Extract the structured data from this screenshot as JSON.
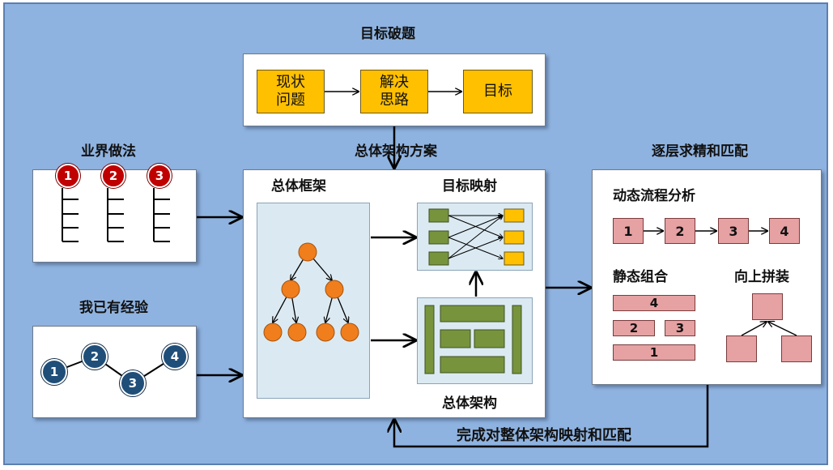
{
  "goal": {
    "title": "目标破题",
    "steps": [
      "现状\n问题",
      "解决\n思路",
      "目标"
    ]
  },
  "industry": {
    "title": "业界做法",
    "markers": [
      "1",
      "2",
      "3"
    ]
  },
  "experience": {
    "title": "我已有经验",
    "nodes": [
      "1",
      "2",
      "3",
      "4"
    ]
  },
  "overall": {
    "title": "总体架构方案",
    "framework_title": "总体框架",
    "mapping_title": "目标映射",
    "architecture_title": "总体架构"
  },
  "refine": {
    "title": "逐层求精和匹配",
    "dynamic_title": "动态流程分析",
    "dynamic_steps": [
      "1",
      "2",
      "3",
      "4"
    ],
    "static_title": "静态组合",
    "static_blocks": [
      "4",
      "2",
      "3",
      "1"
    ],
    "assemble_title": "向上拼装"
  },
  "feedback_label": "完成对整体架构映射和匹配",
  "colors": {
    "background": "#8fb3e0",
    "yellow": "#ffc000",
    "pink": "#e6a1a3",
    "orange": "#f07e1c",
    "green": "#77933c",
    "red": "#c00000",
    "navy": "#1f4e79"
  }
}
